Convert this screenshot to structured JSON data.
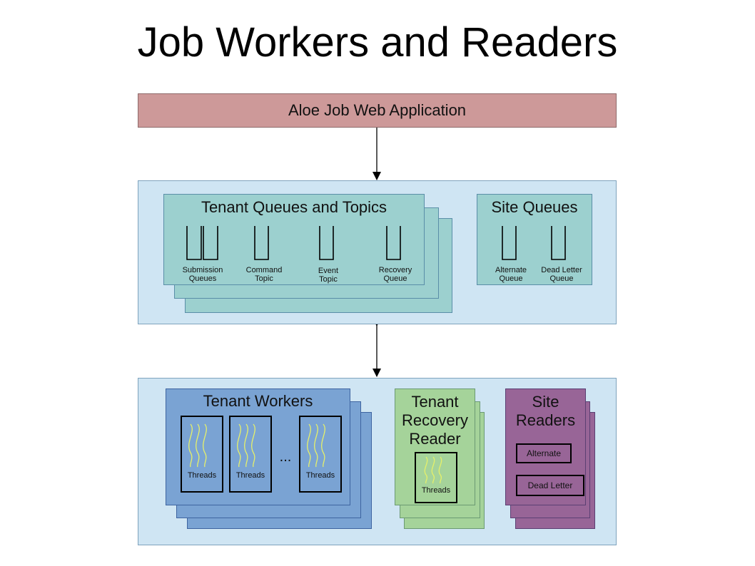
{
  "title": "Job Workers and Readers",
  "web_app": {
    "label": "Aloe Job Web Application"
  },
  "queues_panel": {
    "tenant": {
      "title": "Tenant Queues and Topics",
      "queues": [
        {
          "line1": "Submission",
          "line2": "Queues"
        },
        {
          "line1": "Command",
          "line2": "Topic"
        },
        {
          "line1": "Event",
          "line2": "Topic"
        },
        {
          "line1": "Recovery",
          "line2": "Queue"
        }
      ]
    },
    "site": {
      "title": "Site Queues",
      "queues": [
        {
          "line1": "Alternate",
          "line2": "Queue"
        },
        {
          "line1": "Dead Letter",
          "line2": "Queue"
        }
      ]
    }
  },
  "workers_panel": {
    "tenant_workers": {
      "title": "Tenant Workers",
      "threads": [
        "Threads",
        "Threads",
        "Threads"
      ],
      "ellipsis": "..."
    },
    "recovery_reader": {
      "title_line1": "Tenant",
      "title_line2": "Recovery",
      "title_line3": "Reader",
      "threads": "Threads"
    },
    "site_readers": {
      "title_line1": "Site",
      "title_line2": "Readers",
      "alternate": "Alternate",
      "dead_letter": "Dead Letter"
    }
  },
  "colors": {
    "web_app": "#cd9999",
    "panel": "#cfe5f3",
    "tenant_queues": "#9cd0cf",
    "tenant_workers": "#7aa3d3",
    "recovery_reader": "#a5d39a",
    "site_readers": "#986597",
    "thread_lines": "#e6f06a"
  }
}
